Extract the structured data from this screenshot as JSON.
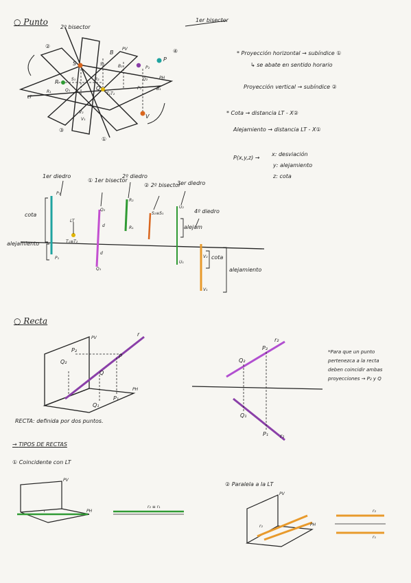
{
  "headings": {
    "punto": "Punto",
    "recta": "Recta"
  },
  "punto": {
    "bisector2_label": "2º bisector",
    "bisector1_label": "1er bisector",
    "quadrants": [
      "①",
      "②",
      "③",
      "④"
    ],
    "plane_pv": "PV",
    "plane_ph": "PH",
    "lt": "LT",
    "points": [
      "S",
      "P",
      "B",
      "R",
      "Q",
      "V"
    ],
    "proj_labels": [
      "S₂",
      "P₂",
      "B₂",
      "R₂",
      "Q₂",
      "V₂",
      "S₁",
      "P₁",
      "B₁",
      "R₁",
      "Q₁",
      "V₁",
      "T₁T₂"
    ],
    "notes": [
      "* Proyección horizontal → subíndice ①",
      "↳ se abate en sentido horario",
      "Proyección vertical → subíndice ②",
      "* Cota → distancia LT - X②",
      "Alejamiento → distancia LT - X①"
    ],
    "coords_label": "P(x,y,z) →",
    "coords": [
      "x: desviación",
      "y: alejamiento",
      "z: cota"
    ]
  },
  "diedros": {
    "labels": [
      "1er diedro",
      "① 1er bisector",
      "2º diedro",
      "② 2º bisector",
      "3er diedro",
      "4º diedro"
    ],
    "cota": "cota",
    "alejamiento": "alejamiento",
    "lt": "LT",
    "alejam": "alejam",
    "proj": [
      "P₂",
      "P₁",
      "Q₂",
      "Q₁",
      "R₂",
      "R₁",
      "S₂≡S₁",
      "T₁≡T₂",
      "U₂",
      "U₁",
      "V₂",
      "V₁",
      "d",
      "d"
    ]
  },
  "recta": {
    "planes": [
      "PV",
      "PH"
    ],
    "r_label": "r",
    "r1": "r₁",
    "r2": "r₂",
    "points": [
      "P",
      "Q",
      "P₂",
      "Q₂",
      "P₁",
      "Q₁"
    ],
    "definition": "RECTA: definida por dos puntos.",
    "note": [
      "*Para que un punto",
      "pertenezca a la recta",
      "deben coincidir ambas",
      "proyecciones → P₂ y Q"
    ],
    "tipos": "TIPOS DE RECTAS",
    "tipo1": "① Coincidente con LT",
    "tipo2": "② Paralela a la LT",
    "r_eq": "r₂ ≡ r₁"
  }
}
